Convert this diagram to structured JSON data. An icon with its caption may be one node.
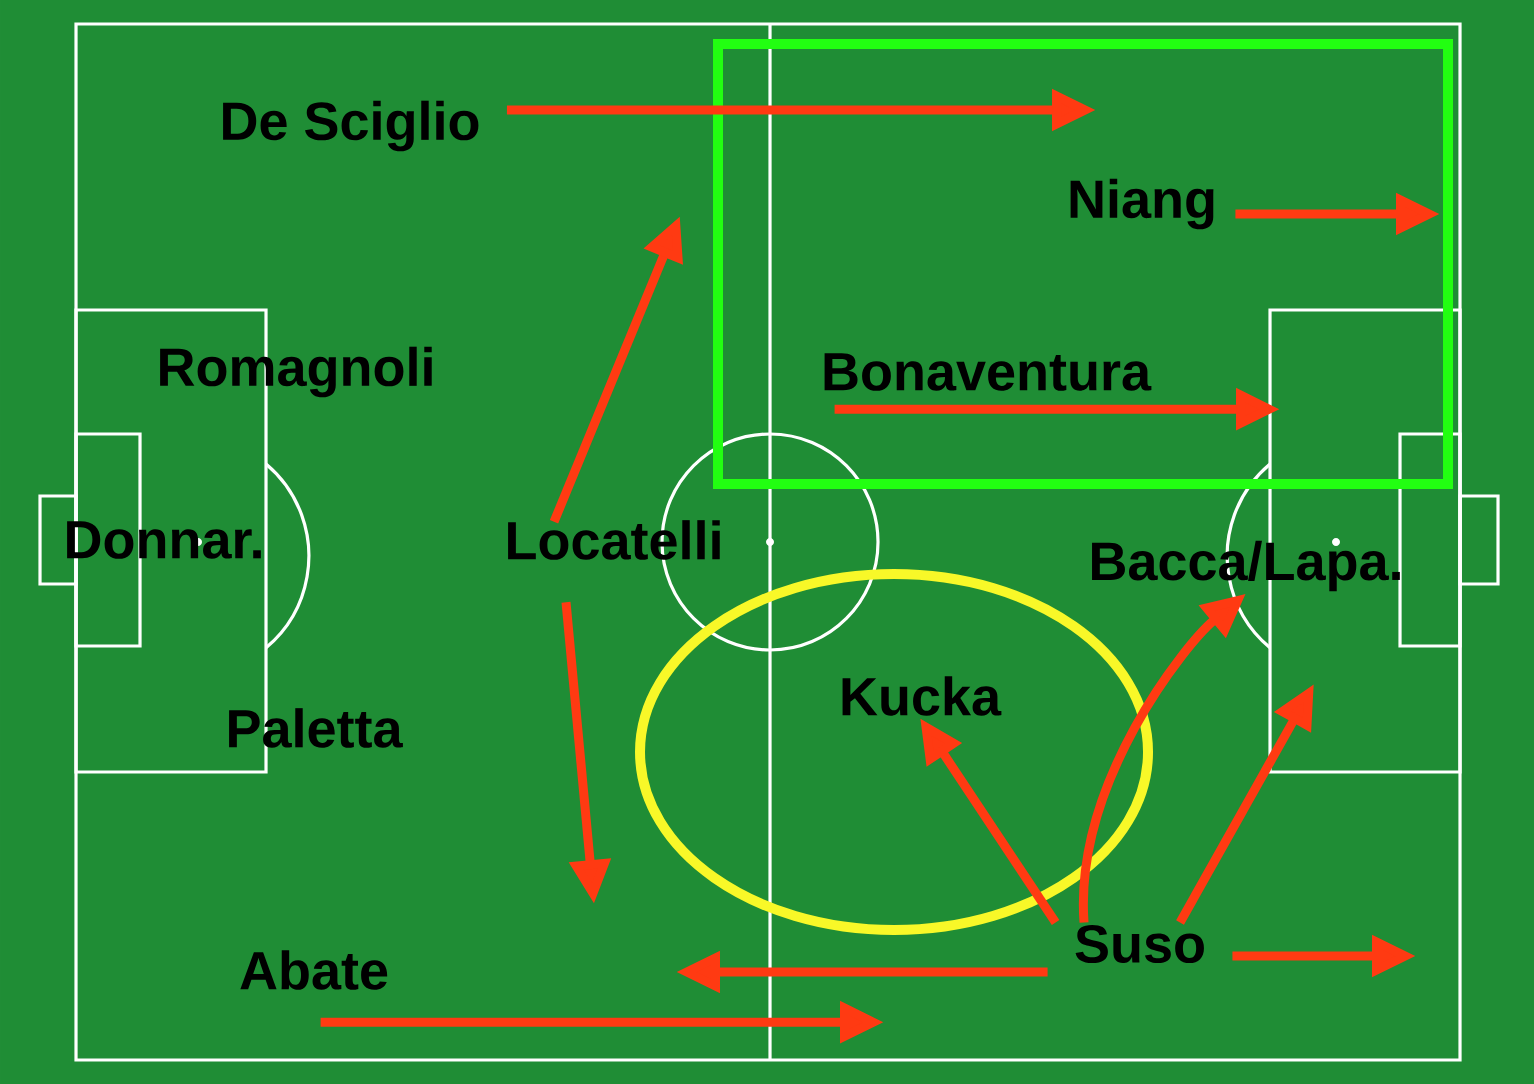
{
  "diagram": {
    "nodes": [
      {
        "text": [
          "De Sciglio"
        ]
      },
      {
        "text": [
          "Niang"
        ]
      },
      {
        "text": [
          "Romagnoli"
        ]
      },
      {
        "text": [
          "Bonaventura"
        ]
      },
      {
        "text": [
          "Donnar."
        ]
      },
      {
        "text": [
          "Locatelli"
        ]
      },
      {
        "text": [
          "Bacca/Lapa."
        ]
      },
      {
        "text": [
          "Kucka"
        ]
      },
      {
        "text": [
          "Paletta"
        ]
      },
      {
        "text": [
          "Abate"
        ]
      },
      {
        "text": [
          "Suso"
        ]
      }
    ],
    "edges": [
      {
        "from": 0,
        "to": null,
        "arrow": "to"
      },
      {
        "from": 1,
        "to": null,
        "arrow": "to"
      },
      {
        "from": 5,
        "to": null,
        "arrow": "to"
      },
      {
        "from": 5,
        "to": null,
        "arrow": "to"
      },
      {
        "from": 3,
        "to": null,
        "arrow": "to"
      },
      {
        "from": 9,
        "to": null,
        "arrow": "to"
      },
      {
        "from": 10,
        "to": null,
        "arrow": "to"
      },
      {
        "from": 10,
        "to": 7,
        "arrow": "to"
      },
      {
        "from": 10,
        "to": 6,
        "arrow": "to"
      },
      {
        "from": 10,
        "to": null,
        "arrow": "to"
      },
      {
        "from": 10,
        "to": null,
        "arrow": "to"
      }
    ]
  }
}
